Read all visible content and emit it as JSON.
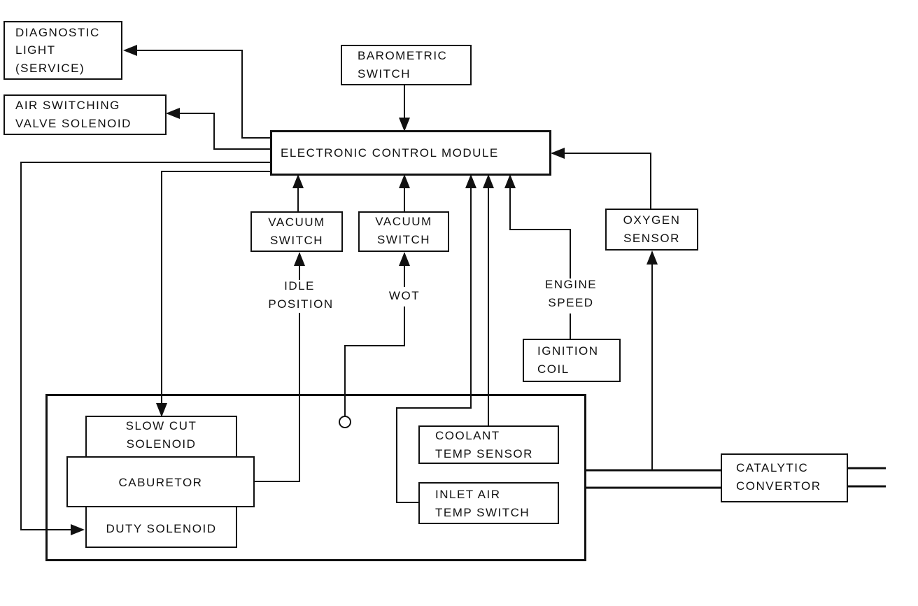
{
  "components": {
    "diagnostic_light": [
      "DIAGNOSTIC",
      "LIGHT",
      "(SERVICE)"
    ],
    "air_switching": [
      "AIR  SWITCHING",
      "VALVE  SOLENOID"
    ],
    "barometric": [
      "BAROMETRIC",
      "SWITCH"
    ],
    "ecm": "ELECTRONIC  CONTROL  MODULE",
    "vacuum_switch_1": [
      "VACUUM",
      "SWITCH"
    ],
    "vacuum_switch_2": [
      "VACUUM",
      "SWITCH"
    ],
    "oxygen_sensor": [
      "OXYGEN",
      "SENSOR"
    ],
    "ignition_coil": [
      "IGNITION",
      "COIL"
    ],
    "slow_cut": [
      "SLOW  CUT",
      "SOLENOID"
    ],
    "carburetor": "CABURETOR",
    "duty_solenoid": "DUTY  SOLENOID",
    "coolant": [
      "COOLANT",
      "TEMP  SENSOR"
    ],
    "inlet_air": [
      "INLET  AIR",
      "TEMP  SWITCH"
    ],
    "catalytic": [
      "CATALYTIC",
      "CONVERTOR"
    ]
  },
  "signals": {
    "idle_position": [
      "IDLE",
      "POSITION"
    ],
    "wot": "WOT",
    "engine_speed": [
      "ENGINE",
      "SPEED"
    ]
  }
}
